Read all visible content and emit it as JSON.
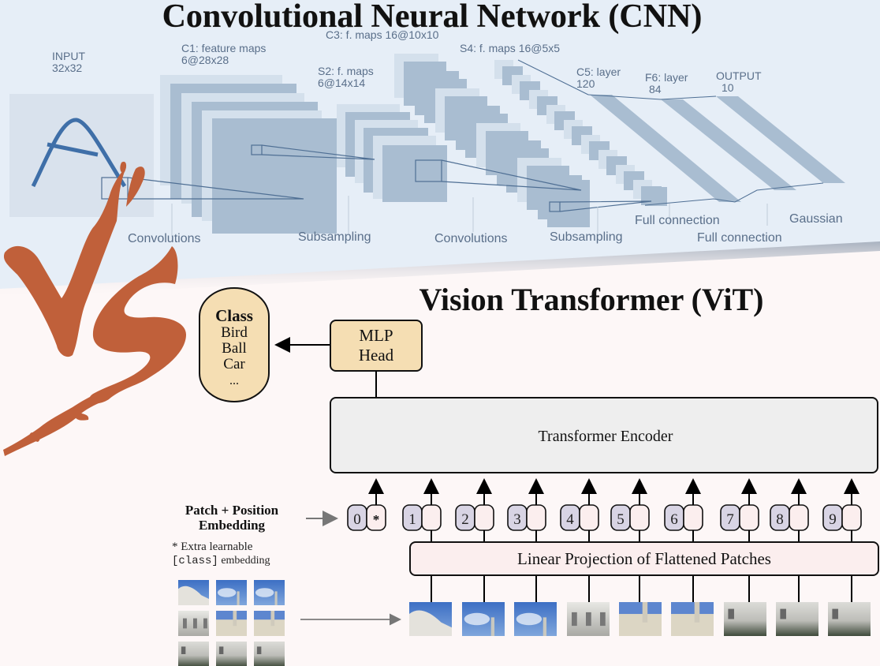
{
  "cnn": {
    "title": "Convolutional Neural Network (CNN)",
    "layers": [
      {
        "id": "input",
        "name": "INPUT",
        "size": "32x32"
      },
      {
        "id": "c1",
        "name": "C1: feature maps",
        "size": "6@28x28"
      },
      {
        "id": "s2",
        "name": "S2: f. maps",
        "size": "6@14x14"
      },
      {
        "id": "c3",
        "name": "C3: f. maps 16@10x10",
        "size": ""
      },
      {
        "id": "s4",
        "name": "S4: f. maps 16@5x5",
        "size": ""
      },
      {
        "id": "c5",
        "name": "C5: layer",
        "size": "120"
      },
      {
        "id": "f6",
        "name": "F6: layer",
        "size": "84"
      },
      {
        "id": "output",
        "name": "OUTPUT",
        "size": "10"
      }
    ],
    "operations": [
      "Convolutions",
      "Subsampling",
      "Convolutions",
      "Subsampling",
      "Full connection",
      "Full connection",
      "Gaussian"
    ],
    "input_glyph": "A",
    "colors": {
      "panel_bg": "#e6eef7",
      "map_dark": "#a9bdd1",
      "map_light": "#d4e0ec",
      "text": "#5a6f8a",
      "glyph": "#3f6fa8"
    }
  },
  "vs": {
    "label": "VS",
    "color": "#c0603a"
  },
  "vit": {
    "title": "Vision Transformer (ViT)",
    "class_box": {
      "header": "Class",
      "items": [
        "Bird",
        "Ball",
        "Car",
        "..."
      ]
    },
    "mlp_head": {
      "line1": "MLP",
      "line2": "Head"
    },
    "encoder_label": "Transformer Encoder",
    "embedding_label": {
      "line1": "Patch + Position",
      "line2": "Embedding"
    },
    "note": {
      "line1": "* Extra learnable",
      "line2_code": "[class]",
      "line2_rest": " embedding"
    },
    "tokens": [
      "0",
      "1",
      "2",
      "3",
      "4",
      "5",
      "6",
      "7",
      "8",
      "9"
    ],
    "class_token_symbol": "*",
    "projection_label": "Linear Projection of Flattened Patches",
    "patch_count": 9,
    "colors": {
      "box_fill": "#f5deb3",
      "encoder_fill": "#eeeeee",
      "token_fill": "#d8d4e4",
      "projection_fill": "#fbeeee"
    }
  }
}
